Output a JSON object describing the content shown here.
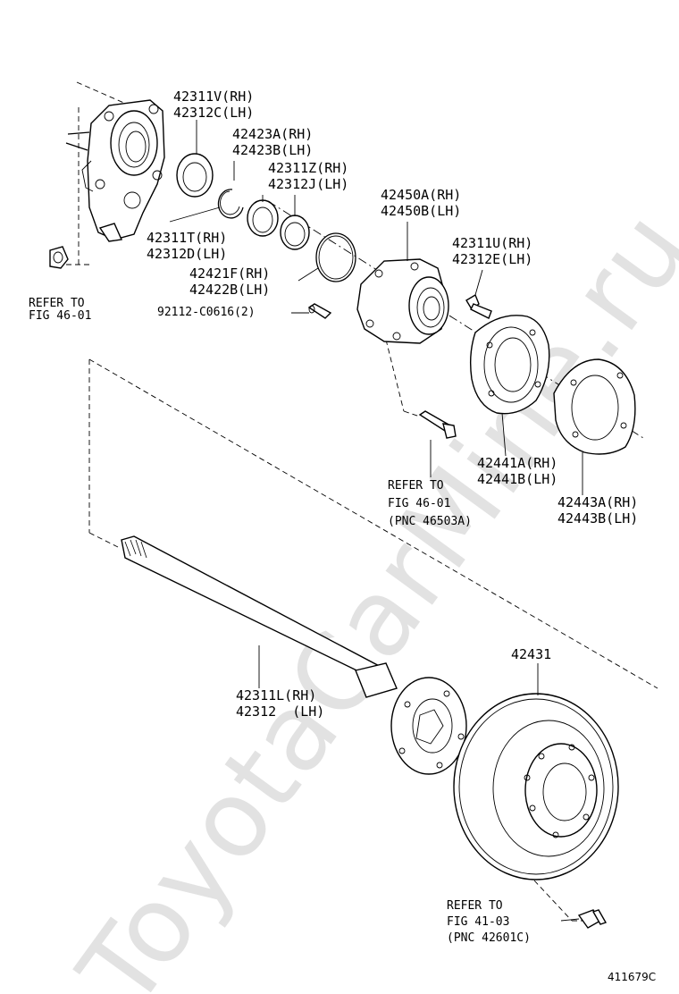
{
  "watermark": "ToyotaCarMine.ru",
  "figure_id": "411679C",
  "labels": {
    "p42311V": "42311V(RH)",
    "p42312C": "42312C(LH)",
    "p42423A": "42423A(RH)",
    "p42423B": "42423B(LH)",
    "p42311Z": "42311Z(RH)",
    "p42312J": "42312J(LH)",
    "p42450A": "42450A(RH)",
    "p42450B": "42450B(LH)",
    "p42311T": "42311T(RH)",
    "p42312D": "42312D(LH)",
    "p42311U": "42311U(RH)",
    "p42312E": "42312E(LH)",
    "p42421F": "42421F(RH)",
    "p42422B": "42422B(LH)",
    "ref4601_a": "REFER TO",
    "ref4601_b": "FIG 46-01",
    "p92112": "92112-C0616(2)",
    "ref46503_a": "REFER TO",
    "ref46503_b": "FIG 46-01",
    "ref46503_c": "(PNC 46503A)",
    "p42441A": "42441A(RH)",
    "p42441B": "42441B(LH)",
    "p42443A": "42443A(RH)",
    "p42443B": "42443B(LH)",
    "p42431": "42431",
    "p42311L": "42311L(RH)",
    "p42312": "42312  (LH)",
    "ref42601_a": "REFER TO",
    "ref42601_b": "FIG 41-03",
    "ref42601_c": "(PNC 42601C)"
  }
}
